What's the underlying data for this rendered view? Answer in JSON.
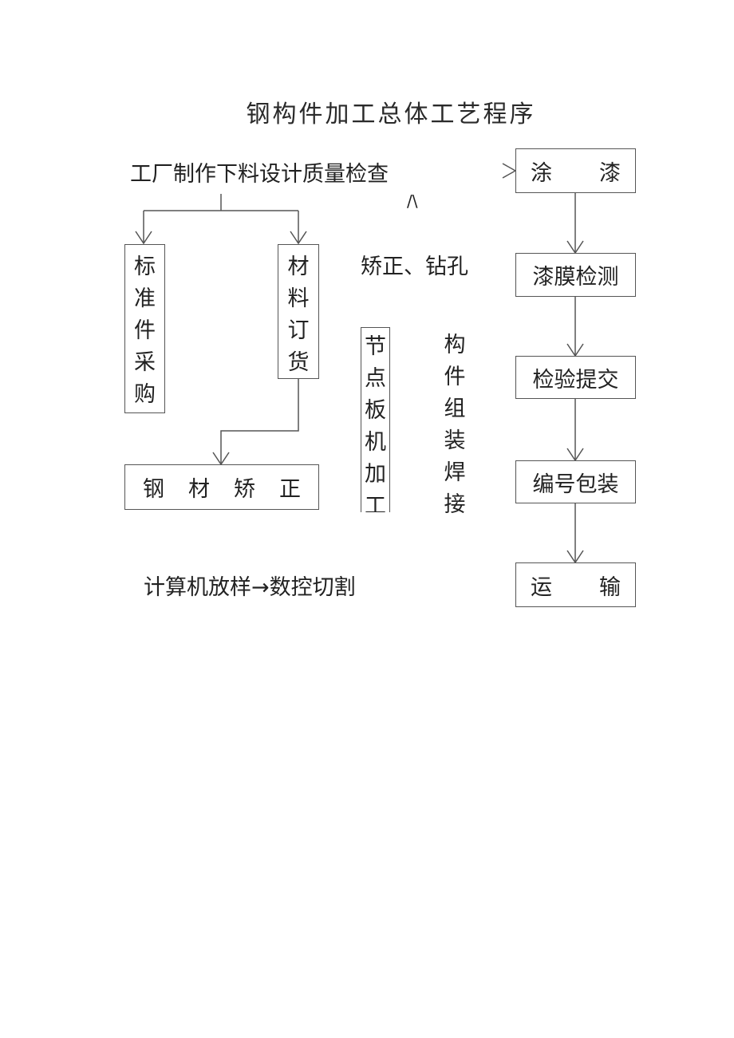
{
  "title": "钢构件加工总体工艺程序",
  "left_flow": {
    "top_text": "工厂制作下料设计质量检查",
    "caret": "/\\",
    "std_purchase": [
      "标",
      "准",
      "件",
      "采",
      "购"
    ],
    "material_order": [
      "材",
      "料",
      "订",
      "货"
    ],
    "steel_straighten": [
      "钢",
      "材",
      "矫",
      "正"
    ],
    "straighten_drill": "矫正、钻孔",
    "node_plate": [
      "节",
      "点",
      "板",
      "机",
      "加",
      "工"
    ],
    "assembly_weld": [
      "构",
      "件",
      "组",
      "装",
      "焊",
      "接"
    ],
    "cnc_text": "计算机放样→数控切割"
  },
  "right_flow": {
    "paint": [
      "涂",
      "漆"
    ],
    "film_test": "漆膜检测",
    "inspect_submit": "检验提交",
    "number_pack": "编号包装",
    "transport": [
      "运",
      "输"
    ]
  }
}
